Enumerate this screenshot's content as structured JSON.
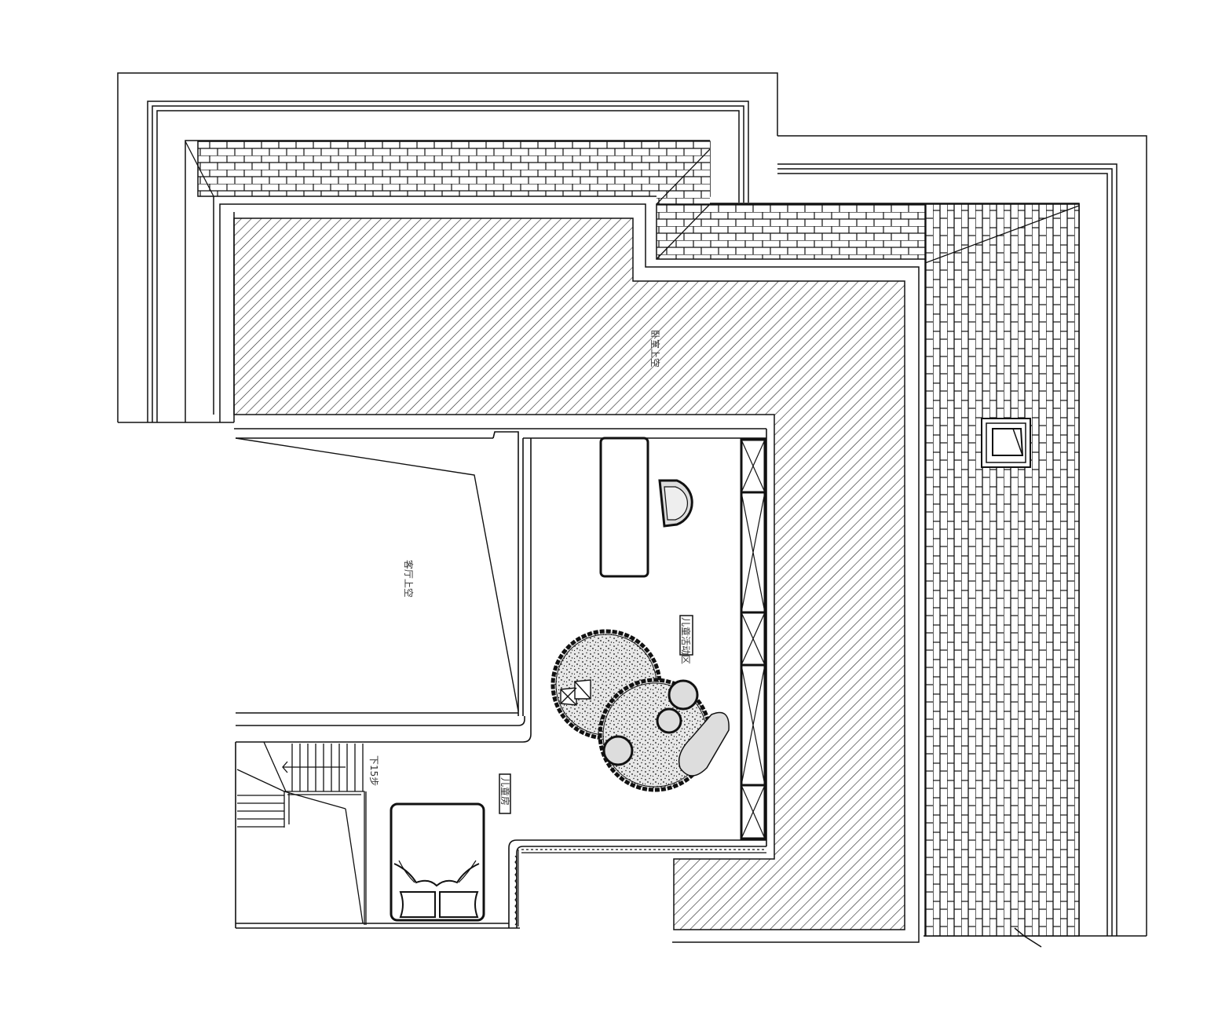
{
  "labels": {
    "open_void": "客厅上空",
    "kids_activity": "儿童活动区",
    "kids_room": "儿童房",
    "stair_down": "下15步",
    "faint_label": "卧室上空"
  },
  "colors": {
    "line": "#111111",
    "hatch": "#222222",
    "paper": "#ffffff",
    "rug_fill": "#e6e6e6",
    "seat_fill": "#dddddd"
  }
}
